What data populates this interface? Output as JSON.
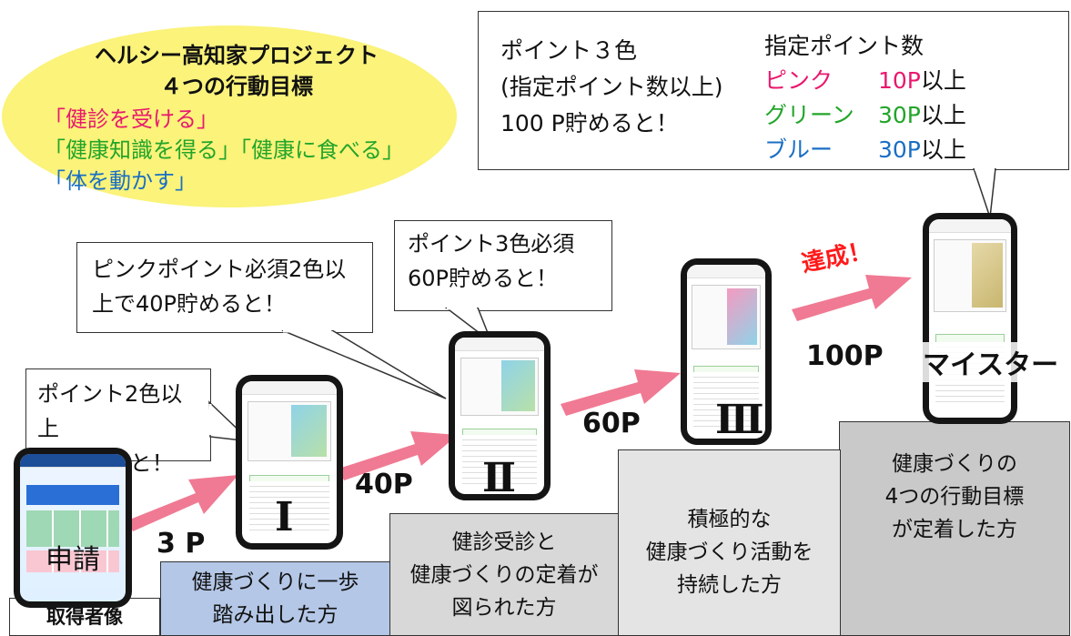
{
  "bubble": {
    "title1": "ヘルシー高知家プロジェクト",
    "title2": "４つの行動目標",
    "goal_red": "「健診を受ける」",
    "goal_green": "「健康知識を得る」「健康に食べる」",
    "goal_blue": "「体を動かす」"
  },
  "top_callout": {
    "left_lines": [
      "ポイント３色",
      "(指定ポイント数以上)",
      "100 P貯めると！"
    ],
    "right_heading": "指定ポイント数",
    "rows": [
      {
        "name": "ピンク",
        "value": "10P",
        "suffix": "以上"
      },
      {
        "name": "グリーン",
        "value": "30P",
        "suffix": "以上"
      },
      {
        "name": "ブルー",
        "value": "30P",
        "suffix": "以上"
      }
    ]
  },
  "callouts": {
    "level1": [
      "ポイント2色以上",
      "3P貯めると！"
    ],
    "level2": [
      "ピンクポイント必須2色以",
      "上で40P貯めると！"
    ],
    "level3": [
      "ポイント3色必須",
      "60P貯めると！"
    ]
  },
  "points": {
    "p3": "3 P",
    "p40": "40P",
    "p60": "60P",
    "p100": "100P"
  },
  "achieved": "達成！",
  "romans": {
    "r1": "Ⅰ",
    "r2": "Ⅱ",
    "r3": "Ⅲ"
  },
  "phone_labels": {
    "apply": "申請",
    "meister": "マイスター"
  },
  "steps": {
    "header": "取得者像",
    "s1": [
      "健康づくりに一歩",
      "踏み出した方"
    ],
    "s2": [
      "健診受診と",
      "健康づくりの定着が",
      "図られた方"
    ],
    "s3": [
      "積極的な",
      "健康づくり活動を",
      "持続した方"
    ],
    "s4": [
      "健康づくりの",
      "4つの行動目標",
      "が定着した方"
    ]
  },
  "colors": {
    "pink": "#e8196e",
    "green": "#22a52a",
    "blue": "#1a6fc4",
    "bubble": "#fbf37a",
    "arrow": "#f07a93"
  }
}
